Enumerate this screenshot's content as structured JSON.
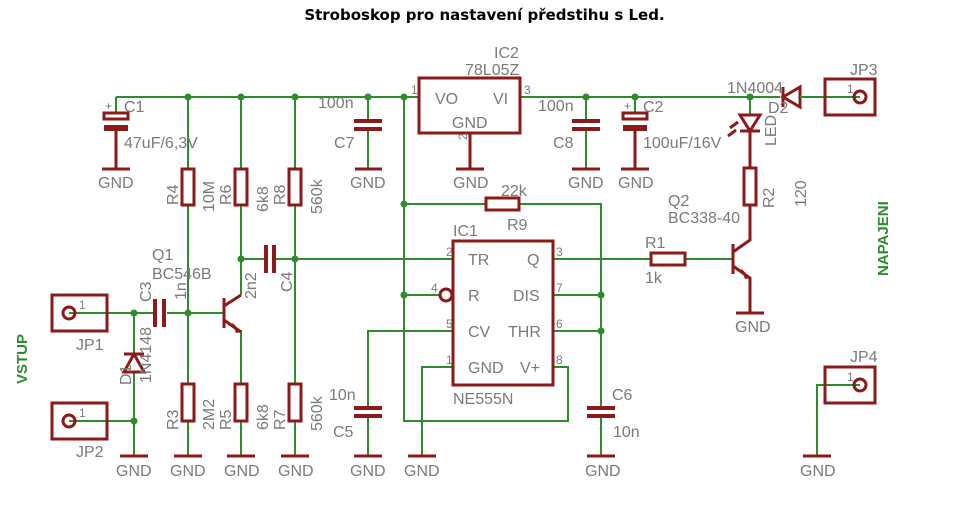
{
  "title": "Stroboskop pro nastavení předstihu s Led.",
  "colors": {
    "wire": "#2e8b2e",
    "part": "#8b1a1a",
    "text": "#7a7a7a"
  },
  "nets": {
    "gnd": "GND",
    "input": "VSTUP",
    "power": "NAPAJENI"
  },
  "parts": {
    "C1": {
      "name": "C1",
      "value": "47uF/6,3V"
    },
    "C2": {
      "name": "C2",
      "value": "100uF/16V"
    },
    "C3": {
      "name": "C3",
      "value": "1n"
    },
    "C4": {
      "name": "C4",
      "value": "2n2"
    },
    "C5": {
      "name": "C5",
      "value": "10n"
    },
    "C6": {
      "name": "C6",
      "value": "10n"
    },
    "C7": {
      "name": "C7",
      "value": "100n"
    },
    "C8": {
      "name": "C8",
      "value": "100n"
    },
    "R1": {
      "name": "R1",
      "value": "1k"
    },
    "R2": {
      "name": "R2",
      "value": "120"
    },
    "R3": {
      "name": "R3",
      "value": "2M2"
    },
    "R4": {
      "name": "R4",
      "value": "10M"
    },
    "R5": {
      "name": "R5",
      "value": "6k8"
    },
    "R6": {
      "name": "R6",
      "value": "6k8"
    },
    "R7": {
      "name": "R7",
      "value": "560k"
    },
    "R8": {
      "name": "R8",
      "value": "560k"
    },
    "R9": {
      "name": "R9",
      "value": "22k"
    },
    "Q1": {
      "name": "Q1",
      "value": "BC546B"
    },
    "Q2": {
      "name": "Q2",
      "value": "BC338-40"
    },
    "D1": {
      "name": "D1",
      "value": "1N4148"
    },
    "D2": {
      "name": "D2",
      "value": "1N4004"
    },
    "LED": {
      "name": "LED"
    },
    "JP1": {
      "name": "JP1",
      "pin": "1"
    },
    "JP2": {
      "name": "JP2",
      "pin": "1"
    },
    "JP3": {
      "name": "JP3",
      "pin": "1"
    },
    "JP4": {
      "name": "JP4",
      "pin": "1"
    },
    "IC2": {
      "name": "IC2",
      "value": "78L05Z",
      "pins": {
        "vo": "VO",
        "vi": "VI",
        "gnd": "GND",
        "n1": "1",
        "n2": "2",
        "n3": "3"
      }
    },
    "IC1": {
      "name": "IC1",
      "value": "NE555N",
      "pins": {
        "tr": "TR",
        "q": "Q",
        "r": "R",
        "dis": "DIS",
        "cv": "CV",
        "thr": "THR",
        "gnd": "GND",
        "vplus": "V+",
        "n1": "1",
        "n2": "2",
        "n3": "3",
        "n4": "4",
        "n5": "5",
        "n6": "6",
        "n7": "7",
        "n8": "8"
      }
    },
    "plus": "+"
  }
}
